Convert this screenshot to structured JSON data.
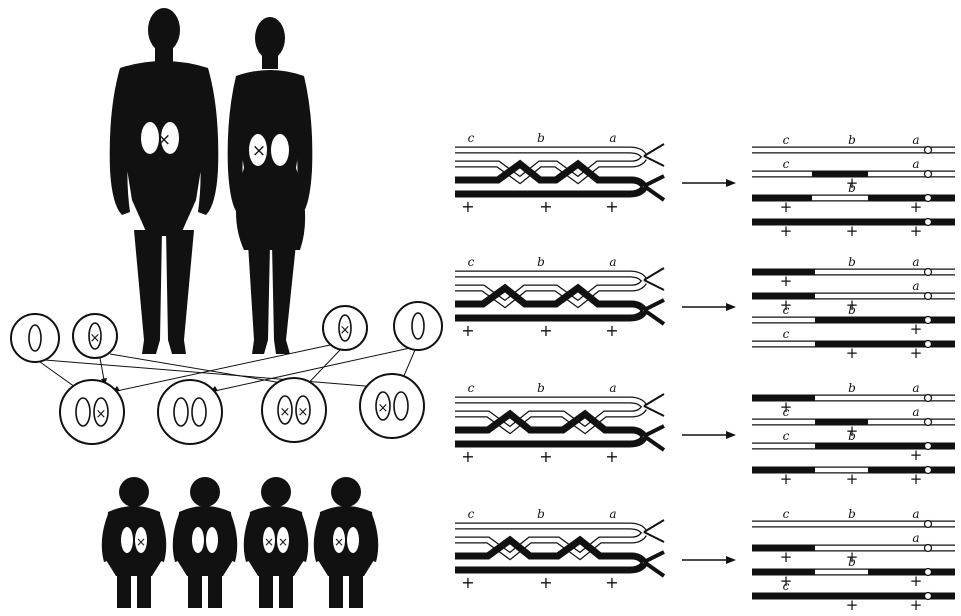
{
  "figure": {
    "loci": {
      "c": "c",
      "b": "b",
      "a": "a"
    },
    "wild_type_symbol": "+",
    "mutant_marker_symbol": "×",
    "product_label_sets": [
      [
        "c",
        "c",
        "",
        ""
      ],
      [
        "",
        "",
        "c",
        "c"
      ],
      [
        "",
        "c",
        "c",
        ""
      ],
      [
        "c",
        "",
        "",
        "c"
      ]
    ],
    "product_b_sets": [
      [
        "b",
        "",
        "b",
        ""
      ],
      [
        "b",
        "",
        "b",
        ""
      ],
      [
        "b",
        "",
        "b",
        ""
      ],
      [
        "b",
        "",
        "b",
        ""
      ]
    ],
    "product_a_sets": [
      [
        "a",
        "a",
        "",
        ""
      ],
      [
        "a",
        "a",
        "",
        ""
      ],
      [
        "a",
        "a",
        "",
        ""
      ],
      [
        "a",
        "a",
        "",
        ""
      ]
    ]
  },
  "colors": {
    "ink": "#111111",
    "paper": "#ffffff"
  }
}
